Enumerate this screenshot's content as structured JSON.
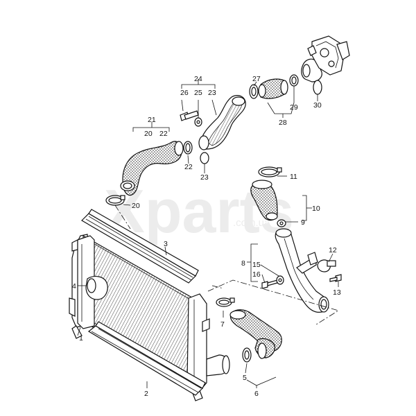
{
  "watermark": {
    "brand": "Xparts",
    "domain": ".com.ua"
  },
  "callouts": [
    {
      "id": "c1",
      "text": "1"
    },
    {
      "id": "c2",
      "text": "2"
    },
    {
      "id": "c3",
      "text": "3"
    },
    {
      "id": "c4",
      "text": "4"
    },
    {
      "id": "c5",
      "text": "5"
    },
    {
      "id": "c6",
      "text": "6"
    },
    {
      "id": "c7",
      "text": "7"
    },
    {
      "id": "c8",
      "text": "8"
    },
    {
      "id": "c9",
      "text": "9"
    },
    {
      "id": "c10",
      "text": "10"
    },
    {
      "id": "c11",
      "text": "11"
    },
    {
      "id": "c12",
      "text": "12"
    },
    {
      "id": "c13",
      "text": "13"
    },
    {
      "id": "c15",
      "text": "15"
    },
    {
      "id": "c16",
      "text": "16"
    },
    {
      "id": "c20a",
      "text": "20"
    },
    {
      "id": "c20b",
      "text": "20"
    },
    {
      "id": "c21",
      "text": "21"
    },
    {
      "id": "c22a",
      "text": "22"
    },
    {
      "id": "c22b",
      "text": "22"
    },
    {
      "id": "c23a",
      "text": "23"
    },
    {
      "id": "c23b",
      "text": "23"
    },
    {
      "id": "c24",
      "text": "24"
    },
    {
      "id": "c25",
      "text": "25"
    },
    {
      "id": "c26",
      "text": "26"
    },
    {
      "id": "c27",
      "text": "27"
    },
    {
      "id": "c28",
      "text": "28"
    },
    {
      "id": "c29",
      "text": "29"
    },
    {
      "id": "c30",
      "text": "30"
    }
  ]
}
